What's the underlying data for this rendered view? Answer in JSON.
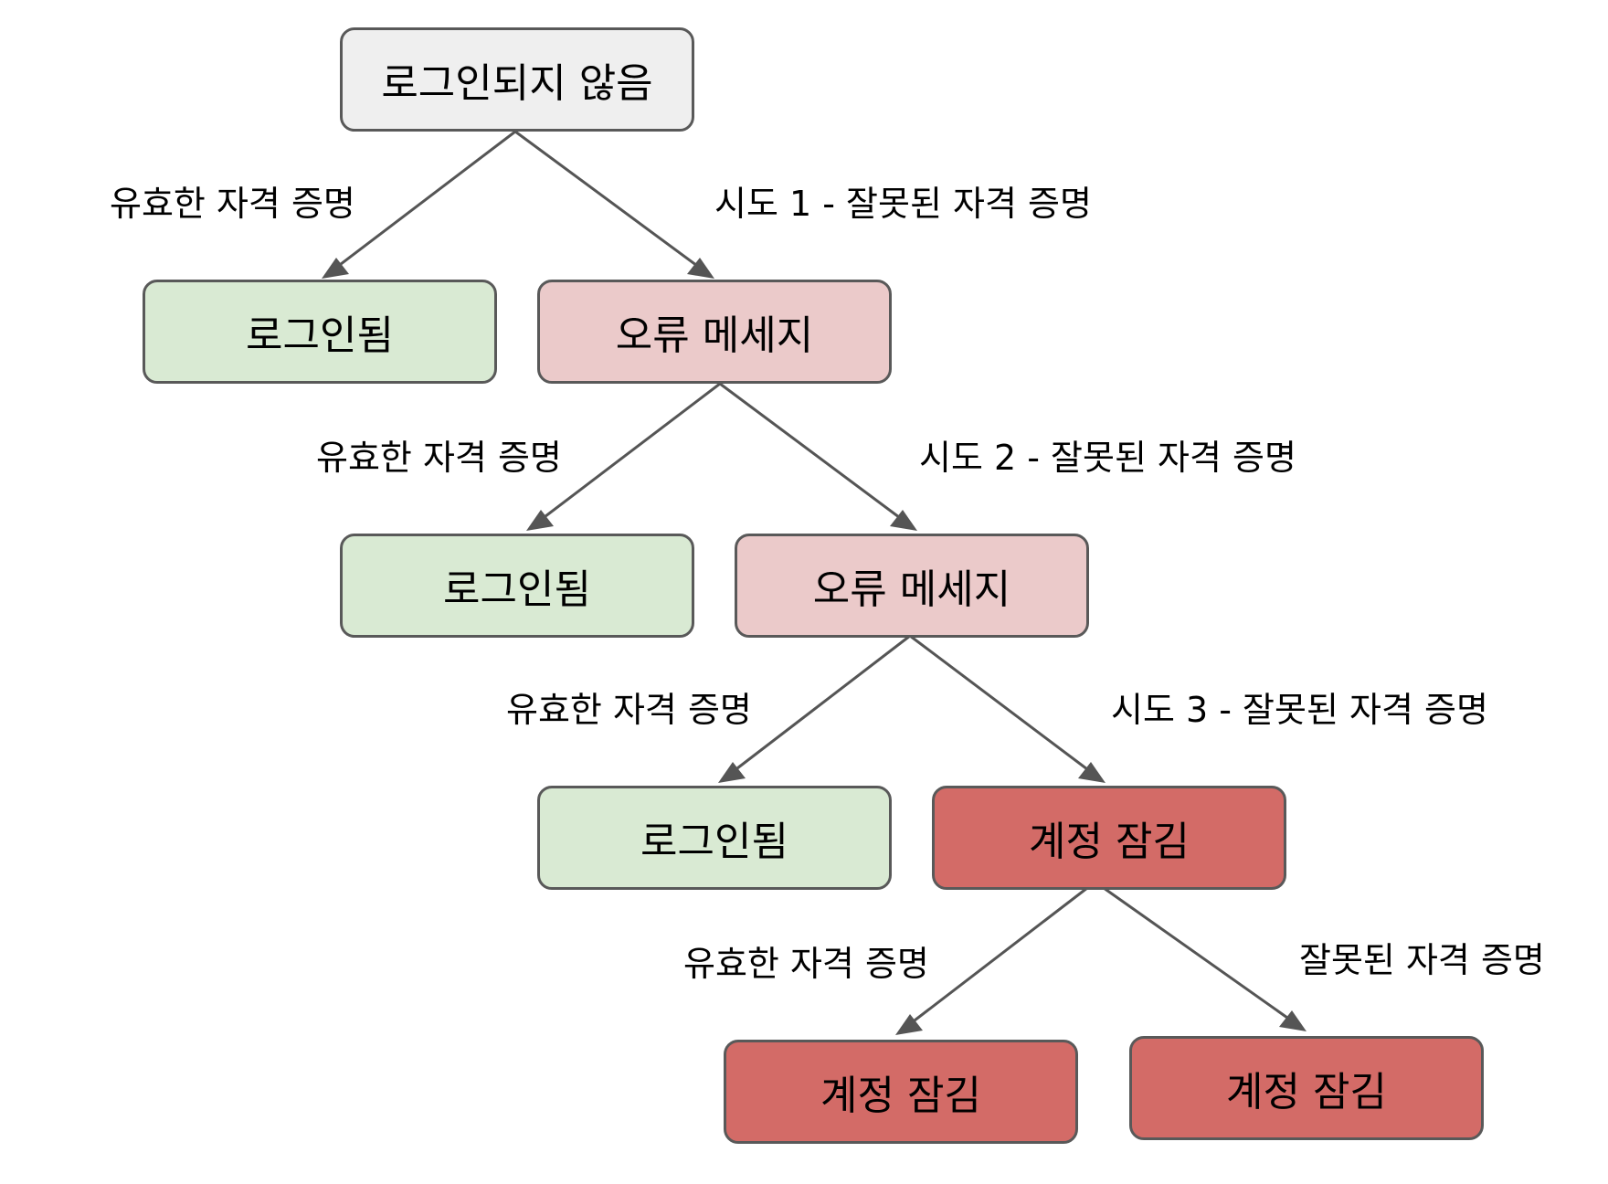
{
  "colors": {
    "start": "#efefef",
    "success": "#d9ead3",
    "error": "#ebcaca",
    "locked": "#d36b67",
    "border": "#595959",
    "arrow": "#555555"
  },
  "nodes": {
    "start": "로그인되지 않음",
    "logged_in_1": "로그인됨",
    "error_1": "오류 메세지",
    "logged_in_2": "로그인됨",
    "error_2": "오류 메세지",
    "logged_in_3": "로그인됨",
    "locked_1": "계정 잠김",
    "locked_2": "계정 잠김",
    "locked_3": "계정 잠김"
  },
  "edges": {
    "valid_1": "유효한 자격 증명",
    "attempt_1": "시도 1 - 잘못된 자격 증명",
    "valid_2": "유효한 자격 증명",
    "attempt_2": "시도 2 - 잘못된 자격 증명",
    "valid_3": "유효한 자격 증명",
    "attempt_3": "시도 3 - 잘못된 자격 증명",
    "valid_4": "유효한 자격 증명",
    "invalid_4": "잘못된 자격 증명"
  }
}
